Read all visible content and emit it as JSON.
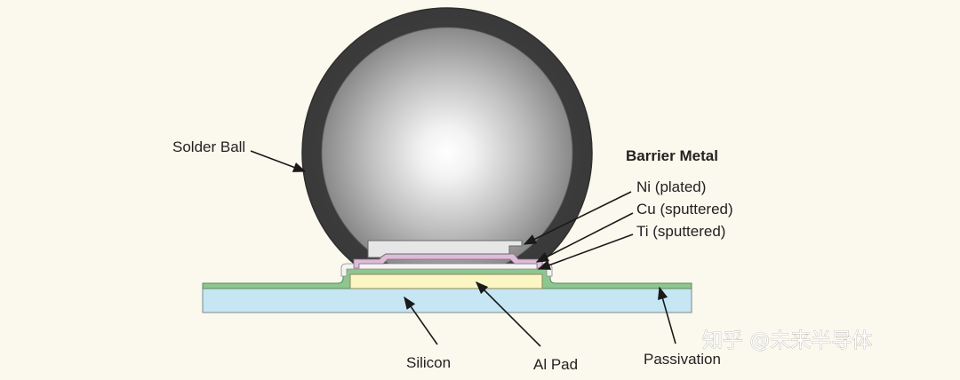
{
  "labels": {
    "solder_ball": "Solder Ball",
    "barrier_metal": "Barrier Metal",
    "ni": "Ni (plated)",
    "cu": "Cu (sputtered)",
    "ti": "Ti (sputtered)",
    "silicon": "Silicon",
    "al_pad": "Al Pad",
    "passivation": "Passivation"
  },
  "watermark": "知乎 @未来半导体",
  "colors": {
    "background": "#fbf8ed",
    "solder_outer": "#3b3b3b",
    "solder_center": "#ffffff",
    "silicon": "#c6e6f3",
    "passivation": "#8ec68f",
    "al_pad": "#fbf6c4",
    "cu_layer": "#dcbcd7",
    "ni_layer": "#e6e6e6",
    "ti_layer": "#f4f4f4"
  }
}
